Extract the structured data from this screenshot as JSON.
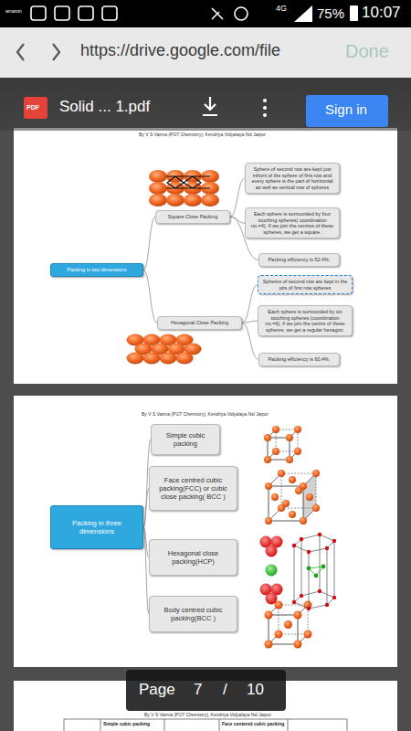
{
  "diagram": {
    "nodes": [
      {
        "text": [
          "Packing in two dimensions"
        ]
      },
      {
        "text": [
          "Square Close Packing"
        ]
      },
      {
        "text": [
          "Sphere of second row are kept just infront of the sphere of first row and every sphere is the part of horizontal as well as vertical row of spheres"
        ]
      },
      {
        "text": [
          "Each sphere is surrounded by four touching spheres( coordination no.=4). If we join the centres of these spheres, we get a square."
        ]
      },
      {
        "text": [
          "Packing efficiency is 52.4%."
        ]
      },
      {
        "text": [
          "Hexagonal Close Packing"
        ]
      },
      {
        "text": [
          "Spheres of second row are kept in the pits of first row spheres"
        ]
      },
      {
        "text": [
          "Each sphere is surrounded by six touching spheres (coordination no.=6), if we join the centre of these spheres, we get a regular hexagon."
        ]
      },
      {
        "text": [
          "Packing efficiency is 60.4%."
        ]
      },
      {
        "text": [
          "Packing in three dimensions"
        ]
      },
      {
        "text": [
          "Simple cubic packing"
        ]
      },
      {
        "text": [
          "Face centred cubic packing(FCC) or cubic close packing( BCC )"
        ]
      },
      {
        "text": [
          "Hexagonal close packing(HCP)"
        ]
      },
      {
        "text": [
          "Body centred cubic packing(BCC )"
        ]
      }
    ],
    "edges": [
      {
        "from": 0,
        "to": 1,
        "arrow": "none"
      },
      {
        "from": 0,
        "to": 5,
        "arrow": "none"
      },
      {
        "from": 1,
        "to": 2,
        "arrow": "none"
      },
      {
        "from": 1,
        "to": 3,
        "arrow": "none"
      },
      {
        "from": 1,
        "to": 4,
        "arrow": "none"
      },
      {
        "from": 5,
        "to": 6,
        "arrow": "none"
      },
      {
        "from": 5,
        "to": 7,
        "arrow": "none"
      },
      {
        "from": 5,
        "to": 8,
        "arrow": "none"
      },
      {
        "from": 9,
        "to": 10,
        "arrow": "none"
      },
      {
        "from": 9,
        "to": 11,
        "arrow": "none"
      },
      {
        "from": 9,
        "to": 12,
        "arrow": "none"
      },
      {
        "from": 9,
        "to": 13,
        "arrow": "none"
      }
    ],
    "labels": [
      "amazon",
      "4G",
      "75%",
      "10:07",
      "https://drive.google.com/file",
      "Done",
      "PDF",
      "Solid ... 1.pdf",
      "Sign in",
      "By V S Varma (PGT Chemistry), Kendriya Vidyalaya Nsl Jaipur",
      "By V S Varma (PGT Chemistry), Kendriya Vidyalaya Nsl Jaipur",
      "Page",
      "7",
      "/",
      "10",
      "By V S Varma (PGT Chemistry), Kendriya Vidyalaya Nsl Jaipur",
      "Simple cubic packing",
      "Face centered cubic packing"
    ]
  }
}
